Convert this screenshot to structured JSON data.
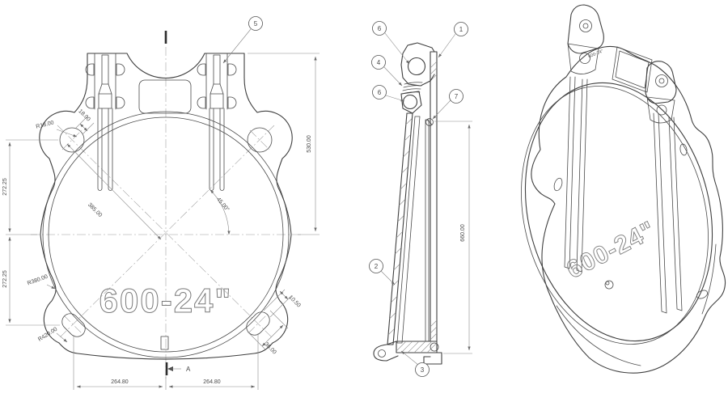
{
  "drawing": {
    "product": "600-24\"",
    "front": {
      "engraving": "600-24\"",
      "section_letter": "A",
      "balloon_5": "5",
      "dim_overall": "530.00",
      "dim_upper": "272.25",
      "dim_lower": "272.25",
      "dim_diagonal": "385.00",
      "dim_angle": "45.00°",
      "dim_r18": "R18.00",
      "dim_18": "18.00",
      "dim_r380": "R380.00",
      "dim_r420": "R420.00",
      "dim_1050": "10.50",
      "dim_3600": "36.00",
      "dim_264_left": "264.80",
      "dim_264_right": "264.80"
    },
    "side": {
      "dim_height": "660.00",
      "balloon_6_top": "6",
      "balloon_1": "1",
      "balloon_4": "4",
      "balloon_6_mid": "6",
      "balloon_7": "7",
      "balloon_2": "2",
      "balloon_3": "3"
    },
    "iso": {
      "engraving": "600-24\"",
      "hinge_mark": "600-24\""
    }
  }
}
